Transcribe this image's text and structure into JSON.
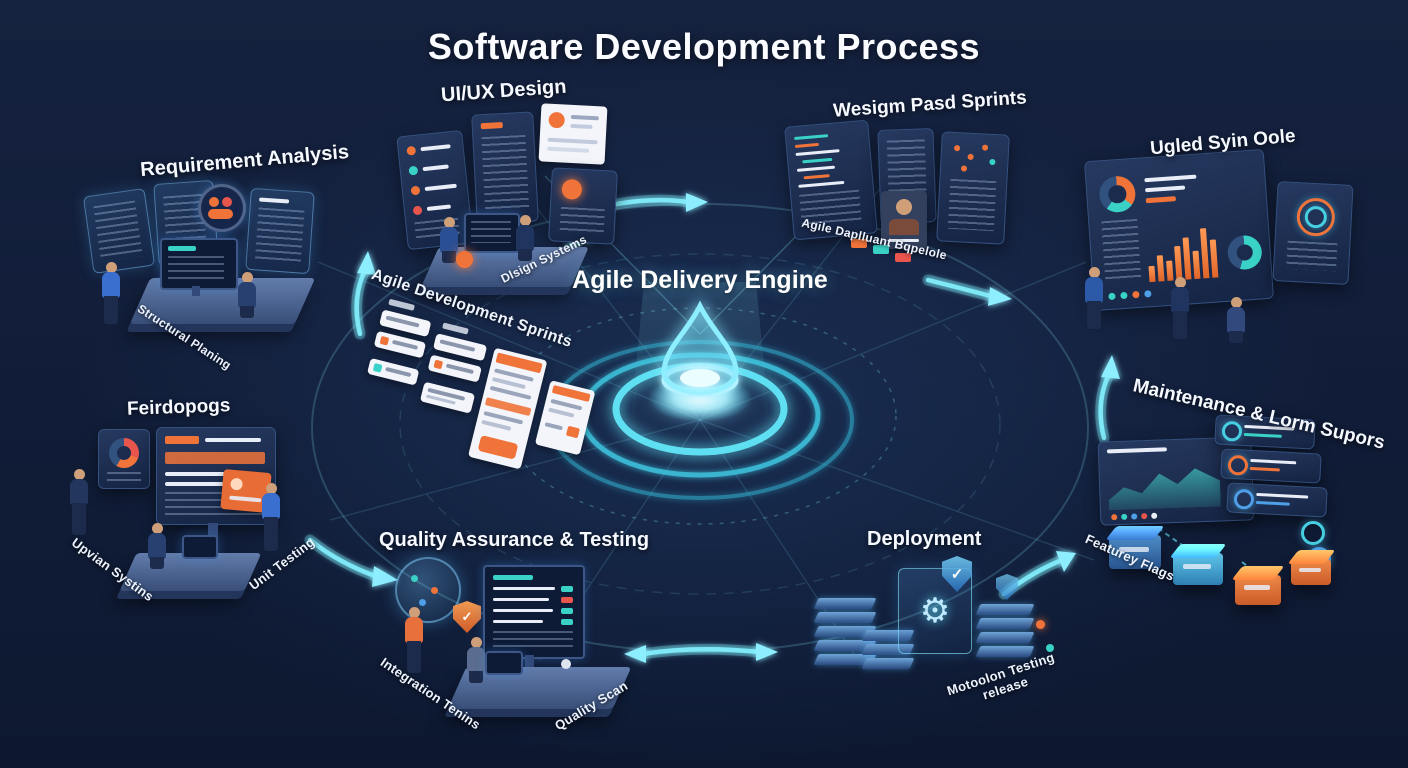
{
  "title": "Software Development Process",
  "center": {
    "label": "Agile Delivery Engine"
  },
  "stages": {
    "requirement_analysis": "Requirement Analysis",
    "uiux_design": "UI/UX Design",
    "design_sprints": "Wesigm Pasd Sprints",
    "system_code": "Ugled Syin Oole",
    "maintenance": "Maintenance & Lorm Supors",
    "deployment": "Deployment",
    "qa_testing": "Quality Assurance & Testing",
    "feedback": "Feirdopogs"
  },
  "sublabels": {
    "structural_planing": "Structural Planing",
    "design_systems": "Dlsign Systems",
    "agile_dev_sprints": "Agile Development Sprints",
    "agile_pipeline": "Agile Daplluant Bqpelole",
    "upvian_systins": "Upvian Systins",
    "unit_testing": "Unit Testing",
    "integration_testing": "Integration Tenins",
    "quality_scan": "Quality Scan",
    "automation_release": "Motoolon Testing release",
    "feature_flags": "Featurey Flags"
  },
  "icons": {
    "check": "✓",
    "gear": "⚙"
  },
  "colors": {
    "background": "#121e3a",
    "accent_cyan": "#6fe5f5",
    "accent_teal": "#3ad2c6",
    "accent_orange": "#f0743a",
    "panel": "#22355c",
    "text": "#f4f8ff"
  }
}
